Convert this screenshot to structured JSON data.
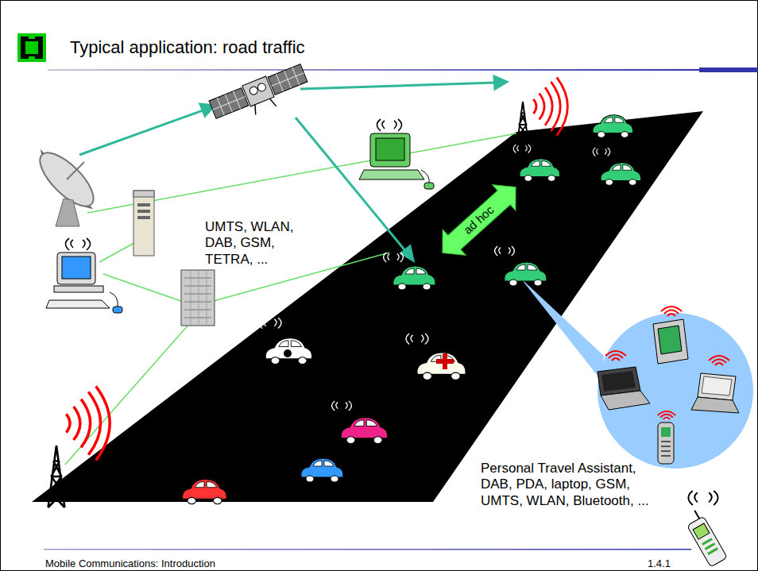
{
  "diagram": {
    "title": "Typical application: road traffic",
    "labels": [
      "UMTS, WLAN, DAB, GSM, TETRA, ...",
      "ad hoc",
      "Personal Travel Assistant, DAB, PDA, laptop, GSM, UMTS, WLAN, Bluetooth, ...",
      "Mobile Communications: Introduction",
      "1.4.1"
    ]
  }
}
